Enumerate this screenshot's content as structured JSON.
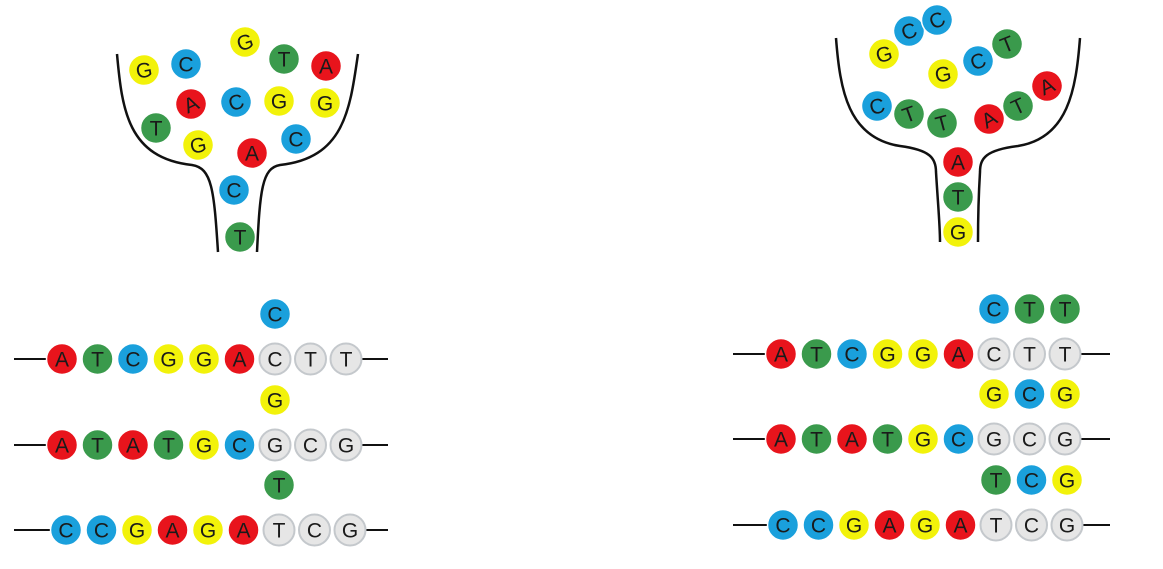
{
  "colors": {
    "A": "#e8141c",
    "T": "#3a9a4c",
    "C": "#1aa0dc",
    "G": "#f2f20a",
    "template": "#e6e6e6",
    "outline": "#ffffff",
    "line": "#111111"
  },
  "left_panel": {
    "funnel_beads": [
      "G",
      "C",
      "G",
      "T",
      "A",
      "T",
      "A",
      "C",
      "G",
      "G",
      "G",
      "A",
      "C",
      "C",
      "T"
    ],
    "strands": [
      {
        "synthesized": [
          "A",
          "T",
          "C",
          "G",
          "G",
          "A"
        ],
        "template": [
          "C",
          "T",
          "T"
        ],
        "incoming": [
          "C"
        ]
      },
      {
        "synthesized": [
          "A",
          "T",
          "A",
          "T",
          "G",
          "C"
        ],
        "template": [
          "G",
          "C",
          "G"
        ],
        "incoming": [
          "G"
        ]
      },
      {
        "synthesized": [
          "C",
          "C",
          "G",
          "A",
          "G",
          "A"
        ],
        "template": [
          "T",
          "C",
          "G"
        ],
        "incoming": [
          "T"
        ]
      }
    ]
  },
  "right_panel": {
    "funnel_beads": [
      "G",
      "C",
      "C",
      "G",
      "C",
      "T",
      "C",
      "T",
      "T",
      "A",
      "T",
      "A",
      "A",
      "T",
      "G"
    ],
    "strands": [
      {
        "synthesized": [
          "A",
          "T",
          "C",
          "G",
          "G",
          "A"
        ],
        "template": [
          "C",
          "T",
          "T"
        ],
        "incoming": [
          "C",
          "T",
          "T"
        ]
      },
      {
        "synthesized": [
          "A",
          "T",
          "A",
          "T",
          "G",
          "C"
        ],
        "template": [
          "G",
          "C",
          "G"
        ],
        "incoming": [
          "G",
          "C",
          "G"
        ]
      },
      {
        "synthesized": [
          "C",
          "C",
          "G",
          "A",
          "G",
          "A"
        ],
        "template": [
          "T",
          "C",
          "G"
        ],
        "incoming": [
          "T",
          "C",
          "G"
        ]
      }
    ]
  }
}
